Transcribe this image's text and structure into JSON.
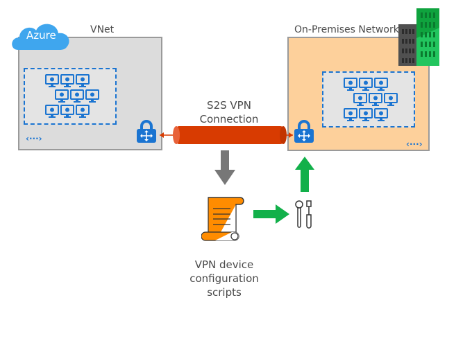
{
  "azure": {
    "cloud_label": "Azure",
    "vnet_label": "VNet",
    "cloud_color": "#3fa6ee"
  },
  "onprem": {
    "label": "On-Premises Network",
    "box_color": "#fdd09b"
  },
  "connection": {
    "line1": "S2S VPN",
    "line2": "Connection",
    "pipe_color": "#d83b01"
  },
  "scripts": {
    "line1": "VPN device",
    "line2": "configuration",
    "line3": "scripts"
  },
  "icons": {
    "vm_color": "#1a74d1",
    "arrow_down_color": "#777777",
    "arrow_green_color": "#12b04a",
    "building_dark": "#505050",
    "building_green": "#19b34a",
    "scroll_color": "#ff8c00"
  },
  "vm_layout": {
    "rows": [
      3,
      3,
      3
    ]
  }
}
